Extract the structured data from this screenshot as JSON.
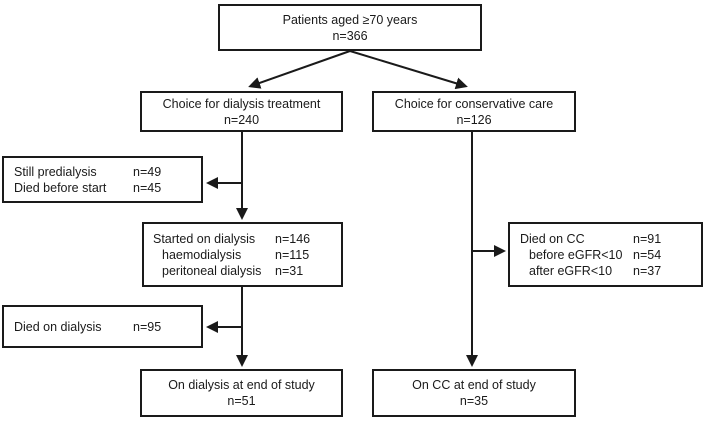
{
  "diagram": {
    "description": "Patient flow chart",
    "background_color": "#ffffff",
    "line_color": "#1a1a1a",
    "boxes": {
      "patients": {
        "line1": "Patients aged ≥70 years",
        "line2": "n=366"
      },
      "choice_dialysis": {
        "line1": "Choice for dialysis treatment",
        "line2": "n=240"
      },
      "choice_conservative": {
        "line1": "Choice for conservative care",
        "line2": "n=126"
      },
      "still_predialysis": {
        "rows": [
          {
            "label": "Still predialysis",
            "value": "n=49"
          },
          {
            "label": "Died before start",
            "value": "n=45"
          }
        ]
      },
      "started_dialysis": {
        "rows": [
          {
            "label": "Started on dialysis",
            "value": "n=146"
          },
          {
            "label": "haemodialysis",
            "value": "n=115"
          },
          {
            "label": "peritoneal dialysis",
            "value": "n=31"
          }
        ]
      },
      "died_cc": {
        "rows": [
          {
            "label": "Died on CC",
            "value": "n=91"
          },
          {
            "label": "before eGFR<10",
            "value": "n=54"
          },
          {
            "label": "after eGFR<10",
            "value": "n=37"
          }
        ]
      },
      "died_dialysis": {
        "rows": [
          {
            "label": "Died on dialysis",
            "value": "n=95"
          }
        ]
      },
      "on_dialysis_end": {
        "line1": "On dialysis at end of study",
        "line2": "n=51"
      },
      "on_cc_end": {
        "line1": "On CC at end of study",
        "line2": "n=35"
      }
    }
  }
}
